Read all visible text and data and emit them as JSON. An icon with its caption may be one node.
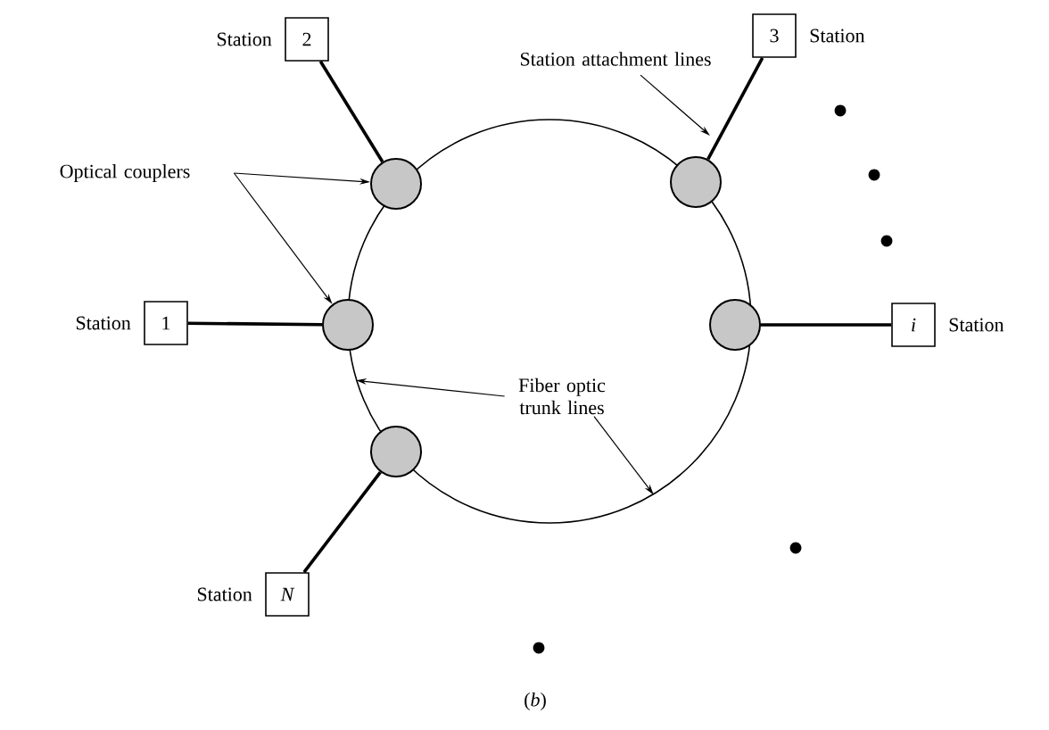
{
  "diagram": {
    "caption": "(*b*)",
    "nodes": [
      {
        "text": [],
        "shape": "circle"
      },
      {
        "text": [
          "1"
        ],
        "beside": [
          "Station"
        ]
      },
      {
        "text": [
          "2"
        ],
        "beside": [
          "Station"
        ]
      },
      {
        "text": [
          "3"
        ],
        "beside": [
          "Station"
        ]
      },
      {
        "text": [
          "i"
        ],
        "beside": [
          "Station"
        ]
      },
      {
        "text": [
          "N"
        ],
        "beside": [
          "Station"
        ]
      },
      {
        "text": [],
        "shape": "circle"
      },
      {
        "text": [],
        "shape": "circle"
      },
      {
        "text": [],
        "shape": "circle"
      },
      {
        "text": [],
        "shape": "circle"
      },
      {
        "text": [],
        "shape": "circle"
      },
      {
        "text": [
          "Optical couplers"
        ]
      },
      {
        "text": [
          "Station attachment lines"
        ]
      },
      {
        "text": [
          "Fiber optic trunk lines"
        ],
        "in": 0
      }
    ],
    "edges": [
      {
        "from": 1,
        "to": 8,
        "arrow": "none"
      },
      {
        "from": 2,
        "to": 6,
        "arrow": "none"
      },
      {
        "from": 3,
        "to": 7,
        "arrow": "none"
      },
      {
        "from": 4,
        "to": 9,
        "arrow": "none"
      },
      {
        "from": 5,
        "to": 10,
        "arrow": "none"
      },
      {
        "from": 11,
        "to": 6,
        "arrow": "to"
      },
      {
        "from": 11,
        "to": 8,
        "arrow": "to"
      },
      {
        "from": 12,
        "to": null,
        "arrow": "to"
      },
      {
        "from": 13,
        "to": 0,
        "arrow": "to"
      },
      {
        "from": 13,
        "to": 0,
        "arrow": "to"
      }
    ]
  }
}
